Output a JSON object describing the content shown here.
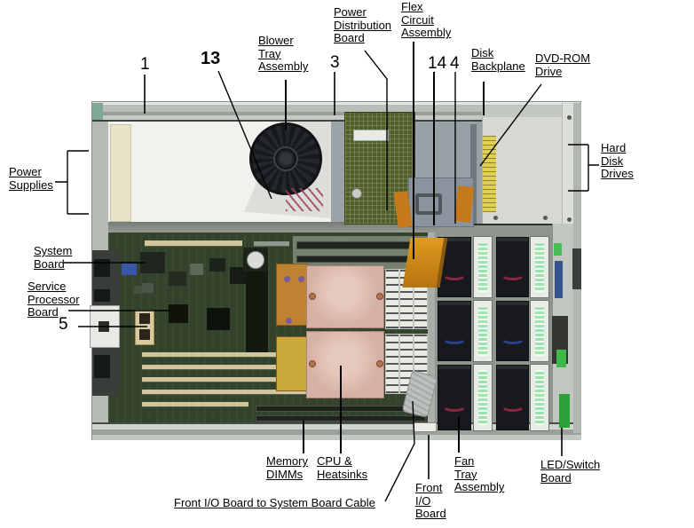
{
  "figure_type": "server-internal-components-diagram",
  "colors": {
    "page-bg": "#ffffff",
    "line": "#000000",
    "chassis-frame": "#b6bcb6",
    "corner-teal": "#7fa896",
    "psu-bay": "#f1f1ee",
    "psu-strip": "#e9e3ca",
    "fan-black": "#17191c",
    "pdb-green": "#515c2f",
    "steel": "#9aa4a8",
    "dvd-gray": "#d6d8d2",
    "label-yellow": "#e2d052",
    "board-green": "#33422b",
    "slot-beige": "#d2c59b",
    "heatsink": "#d6b1a5",
    "dimm-white": "#eae9e3",
    "flex-orange": "#d8941f",
    "vrm-orange": "#bf8230",
    "cable-gray": "#bcc0bc",
    "tray-gray": "#8e968e",
    "fan-label-green": "#9ce4ae",
    "led-green": "#3cb94a",
    "blue-label": "#35548e",
    "hdd-gray": "#dcded8",
    "wire-red": "#8c2442",
    "wire-blue": "#2c3f8c"
  },
  "callouts": {
    "power_supplies": {
      "lines": [
        "Power",
        "Supplies"
      ]
    },
    "system_board": {
      "lines": [
        "System",
        "Board"
      ]
    },
    "service_processor_board": {
      "lines": [
        "Service",
        "Processor",
        "Board"
      ]
    },
    "blower_tray_assembly": {
      "lines": [
        "Blower",
        "Tray",
        "Assembly"
      ]
    },
    "power_distribution_board": {
      "lines": [
        "Power",
        "Distribution",
        "Board"
      ]
    },
    "flex_circuit_assembly": {
      "lines": [
        "Flex",
        "Circuit",
        "Assembly"
      ]
    },
    "disk_backplane": {
      "lines": [
        "Disk",
        "Backplane"
      ]
    },
    "dvd_rom_drive": {
      "lines": [
        "DVD-ROM",
        "Drive"
      ]
    },
    "hard_disk_drives": {
      "lines": [
        "Hard",
        "Disk",
        "Drives"
      ]
    },
    "memory_dimms": {
      "lines": [
        "Memory",
        "DIMMs"
      ]
    },
    "cpu_heatsinks": {
      "lines": [
        "CPU &",
        "Heatsinks"
      ]
    },
    "front_io_cable": {
      "lines": [
        "Front I/O Board to System Board Cable"
      ]
    },
    "front_io_board": {
      "lines": [
        "Front",
        "I/O",
        "Board"
      ]
    },
    "fan_tray_assembly": {
      "lines": [
        "Fan",
        "Tray",
        "Assembly"
      ]
    },
    "led_switch_board": {
      "lines": [
        "LED/Switch",
        "Board"
      ]
    }
  },
  "numbers": {
    "n1": "1",
    "n13": "13",
    "n3": "3",
    "n14": "14",
    "n4": "4",
    "n5": "5"
  }
}
